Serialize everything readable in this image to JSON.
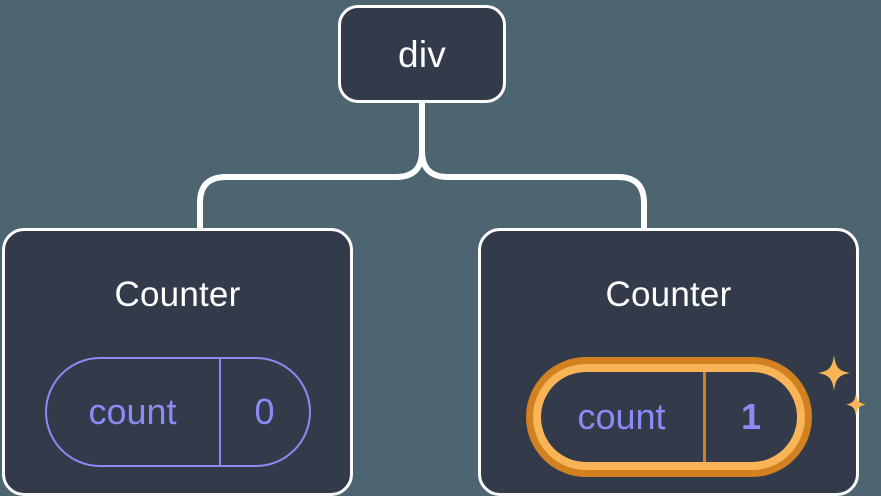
{
  "diagram": {
    "type": "component-tree",
    "background_color": "#4c6571",
    "node_fill_color": "#333b4a",
    "node_border_color": "#fdfdfd",
    "state_color": "#8b8bf5",
    "highlight_outer_color": "#d1811f",
    "highlight_inner_color": "#f9b457",
    "connector_color": "#ffffff"
  },
  "root": {
    "label": "div"
  },
  "children": [
    {
      "title": "Counter",
      "state": {
        "key": "count",
        "value": "0"
      },
      "highlighted": false
    },
    {
      "title": "Counter",
      "state": {
        "key": "count",
        "value": "1"
      },
      "highlighted": true,
      "sparkle_icon": "sparkles-icon"
    }
  ]
}
